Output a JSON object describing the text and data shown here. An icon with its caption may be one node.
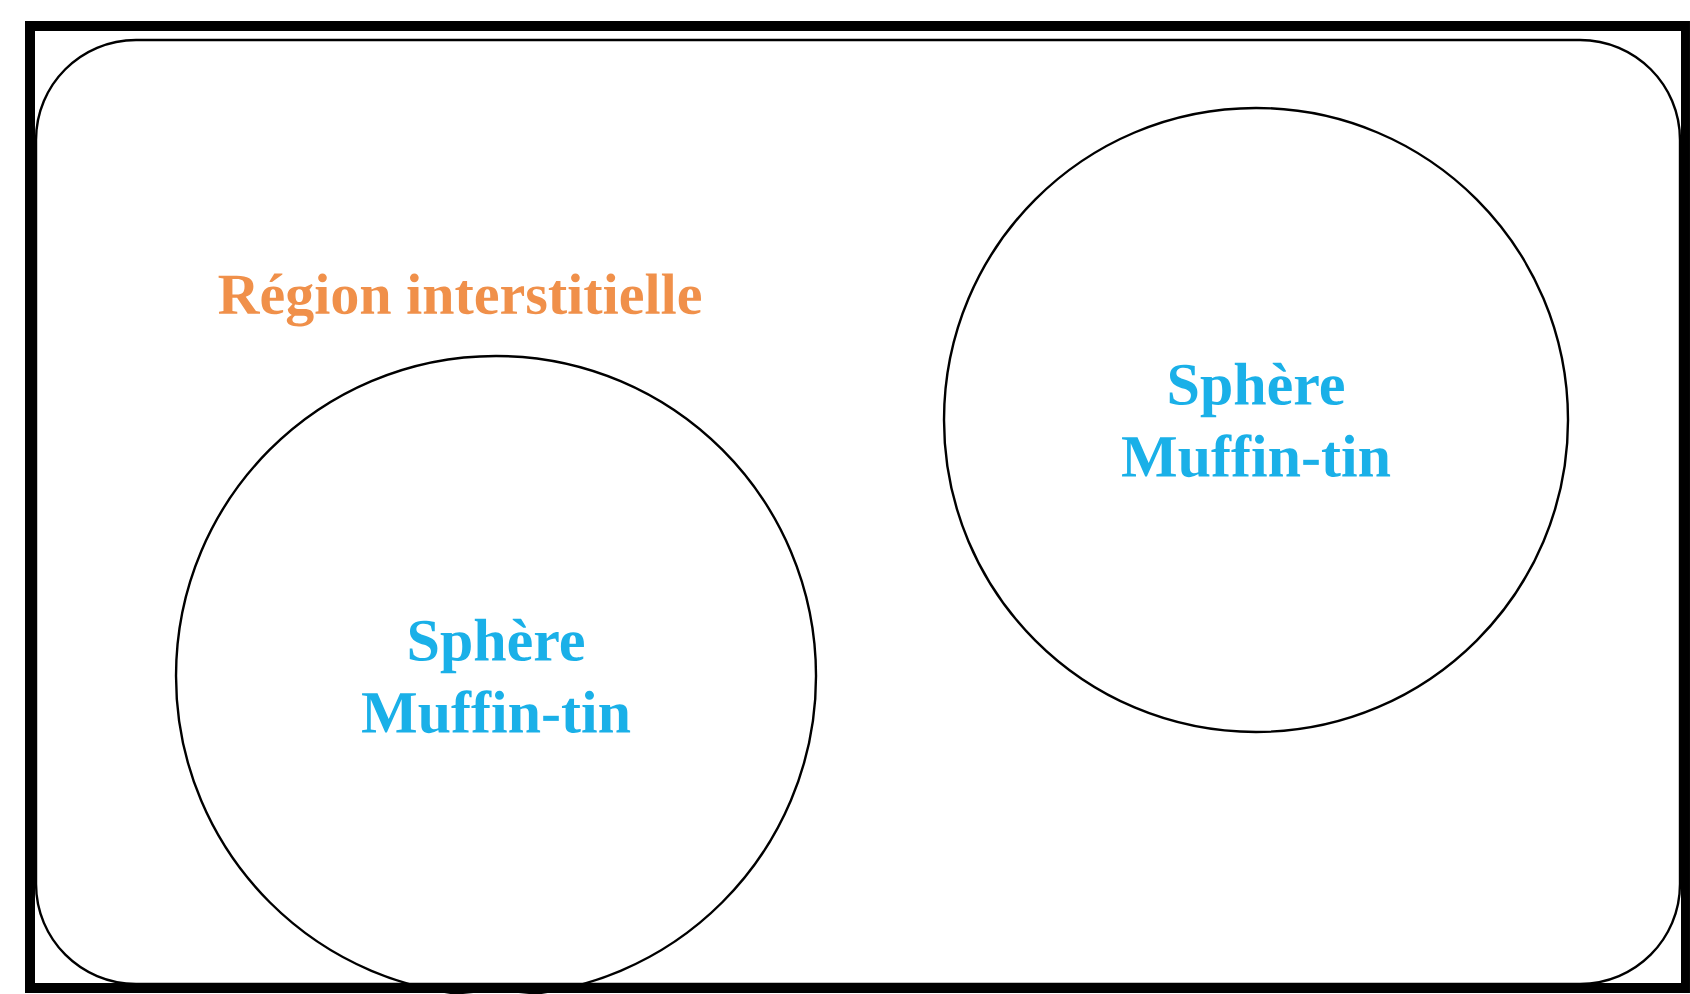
{
  "diagram": {
    "nodes": [
      {
        "text": [
          "Région interstitielle"
        ]
      },
      {
        "text": [
          "Sphère Muffin-tin"
        ],
        "in": 0
      },
      {
        "text": [
          "Sphère Muffin-tin"
        ],
        "in": 0
      }
    ]
  }
}
